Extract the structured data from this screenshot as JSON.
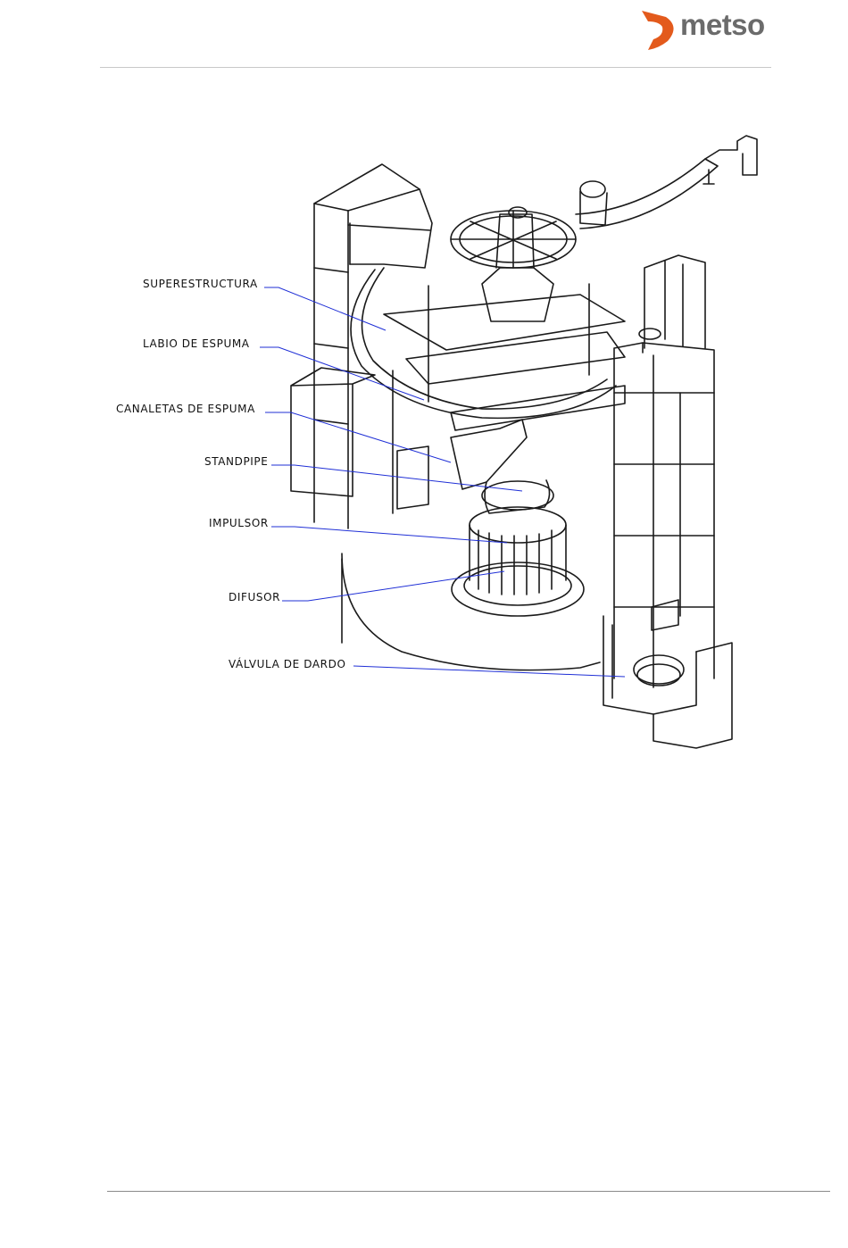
{
  "header": {
    "brand": "metso",
    "brand_color": "#e35a1c",
    "text_color": "#6b6b6b"
  },
  "diagram": {
    "leader_color": "#1f2fd6",
    "labels": [
      "SUPERESTRUCTURA",
      "LABIO DE ESPUMA",
      "CANALETAS DE ESPUMA",
      "STANDPIPE",
      "IMPULSOR",
      "DIFUSOR",
      "VÁLVULA DE DARDO"
    ]
  }
}
